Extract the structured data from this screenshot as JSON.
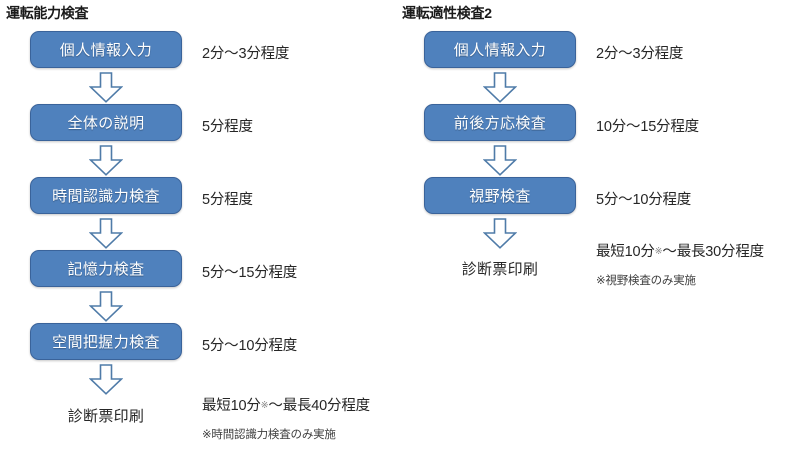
{
  "diagram": {
    "title_left": "運転能力検査",
    "title_right": "運転適性検査2",
    "accent_fill": "#4F81BD",
    "accent_border": "#3A639A",
    "arrow_fill": "#FFFFFF",
    "arrow_border": "#4F7BA8",
    "text_color": "#262626"
  },
  "columns": [
    {
      "id": "driving-ability-test",
      "title": "運転能力検査",
      "steps": [
        {
          "label": "個人情報入力",
          "duration": "2分～3分程度",
          "type": "process"
        },
        {
          "label": "全体の説明",
          "duration": "5分程度",
          "type": "process"
        },
        {
          "label": "時間認識力検査",
          "duration": "5分程度",
          "type": "process"
        },
        {
          "label": "記憶力検査",
          "duration": "5分～15分程度",
          "type": "process"
        },
        {
          "label": "空間把握力検査",
          "duration": "5分～10分程度",
          "type": "process"
        },
        {
          "label": "診断票印刷",
          "duration": "",
          "type": "terminal"
        }
      ],
      "total_prefix": "最短10分",
      "total_mark": "※",
      "total_suffix": "～最長40分程度",
      "total_label": "最短10分※～最長40分程度",
      "footnote": "※時間認識力検査のみ実施"
    },
    {
      "id": "driving-aptitude-test-2",
      "title": "運転適性検査2",
      "steps": [
        {
          "label": "個人情報入力",
          "duration": "2分～3分程度",
          "type": "process"
        },
        {
          "label": "前後方応検査",
          "duration": "10分～15分程度",
          "type": "process"
        },
        {
          "label": "視野検査",
          "duration": "5分～10分程度",
          "type": "process"
        },
        {
          "label": "診断票印刷",
          "duration": "",
          "type": "terminal"
        }
      ],
      "total_prefix": "最短10分",
      "total_mark": "※",
      "total_suffix": "～最長30分程度",
      "total_label": "最短10分※～最長30分程度",
      "footnote": "※視野検査のみ実施"
    }
  ],
  "icons": {
    "arrow": "arrow-down-block-icon"
  }
}
